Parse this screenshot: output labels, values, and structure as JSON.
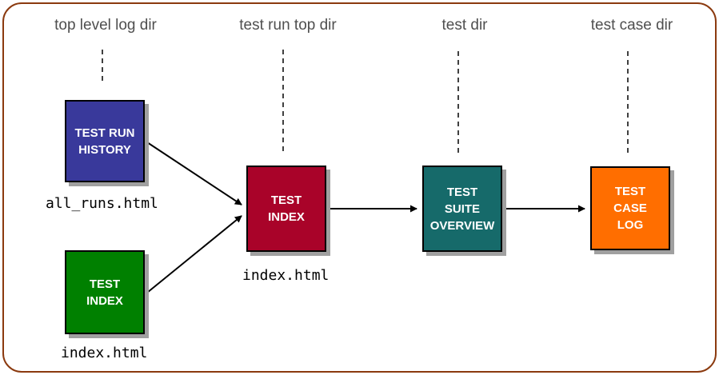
{
  "columns": [
    {
      "label": "top level log dir"
    },
    {
      "label": "test run top dir"
    },
    {
      "label": "test dir"
    },
    {
      "label": "test case dir"
    }
  ],
  "boxes": [
    {
      "id": "test-run-history",
      "label": "TEST RUN\nHISTORY",
      "color": "#39399B",
      "file": "all_runs.html"
    },
    {
      "id": "test-index-top",
      "label": "TEST\nINDEX",
      "color": "#008000",
      "file": "index.html"
    },
    {
      "id": "test-index-run",
      "label": "TEST\nINDEX",
      "color": "#A90329",
      "file": "index.html"
    },
    {
      "id": "test-suite-overview",
      "label": "TEST\nSUITE\nOVERVIEW",
      "color": "#166A6A"
    },
    {
      "id": "test-case-log",
      "label": "TEST\nCASE\nLOG",
      "color": "#FF6E00"
    }
  ],
  "edges": [
    {
      "from": "test-run-history",
      "to": "test-index-run"
    },
    {
      "from": "test-index-top",
      "to": "test-index-run"
    },
    {
      "from": "test-index-run",
      "to": "test-suite-overview"
    },
    {
      "from": "test-suite-overview",
      "to": "test-case-log"
    }
  ],
  "colors": {
    "frame_border": "#8B3A0F",
    "header_text": "#4F4F4F",
    "box_border": "#000000",
    "box_shadow": "#A0A0A0",
    "box_text": "#FFFFFF",
    "arrow": "#000000",
    "box_blue": "#39399B",
    "box_green": "#008000",
    "box_red": "#A90329",
    "box_teal": "#166A6A",
    "box_orange": "#FF6E00"
  }
}
